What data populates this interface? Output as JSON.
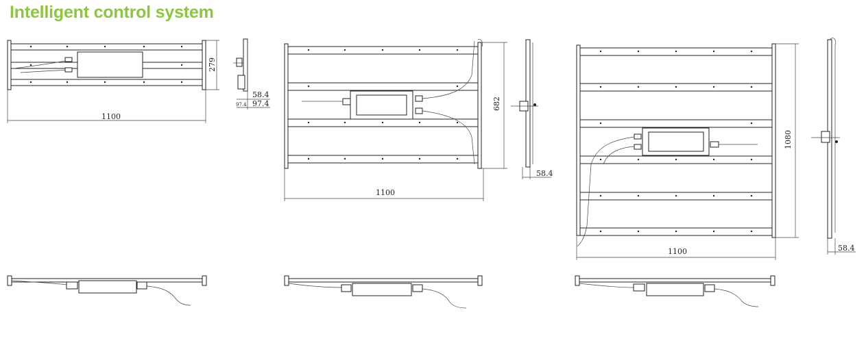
{
  "title": "Intelligent control system",
  "colors": {
    "title": "#8cc63f",
    "line": "#222222"
  },
  "views": [
    {
      "width_label": "1100",
      "height_label": "279",
      "depth_label": "58.4",
      "depth_total_label": "97.4",
      "depth_small_label": "97.4"
    },
    {
      "width_label": "1100",
      "height_label": "682",
      "depth_label": "58.4"
    },
    {
      "width_label": "1100",
      "height_label": "1080",
      "depth_label": "58.4"
    }
  ]
}
